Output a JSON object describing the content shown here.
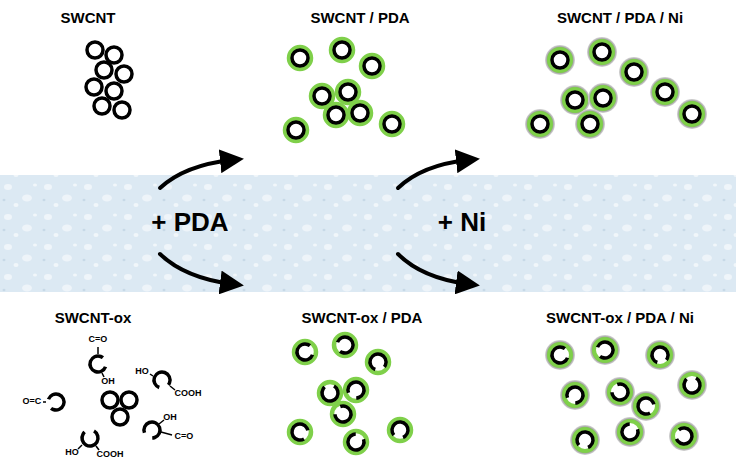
{
  "diagram": {
    "labels": [
      "SWCNT",
      "SWCNT / PDA",
      "SWCNT / PDA / Ni",
      "+ PDA",
      "+ Ni",
      "SWCNT-ox",
      "SWCNT-ox / PDA",
      "SWCNT-ox / PDA / Ni",
      "C=O",
      "OH",
      "O=C",
      "HO",
      "COOH",
      "HO",
      "COOH",
      "OH",
      "C=O"
    ]
  }
}
